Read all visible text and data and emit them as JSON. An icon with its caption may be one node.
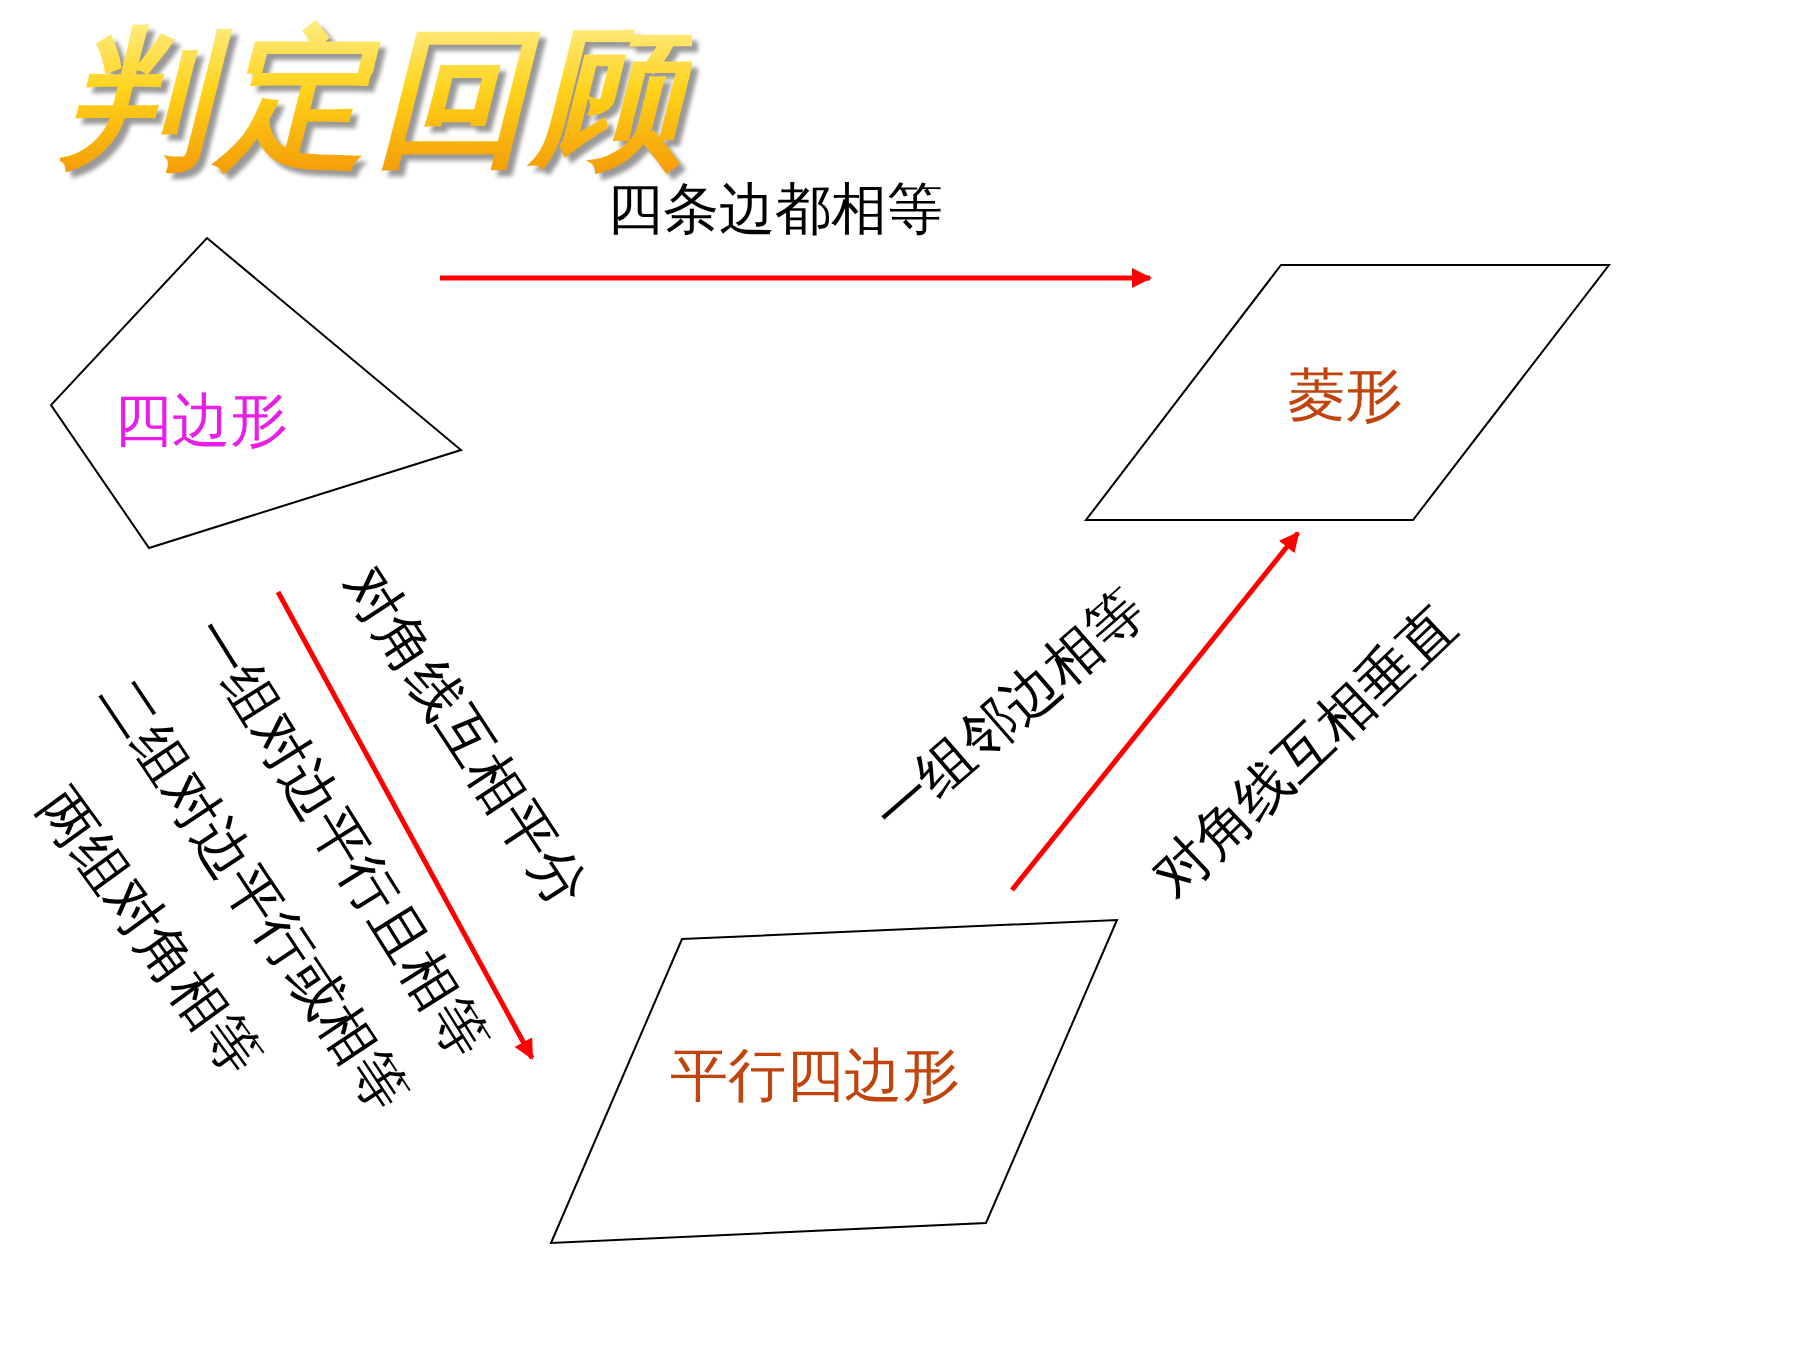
{
  "diagram": {
    "title": "判定回顾",
    "nodes": [
      {
        "text": [
          "四边形"
        ]
      },
      {
        "text": [
          "菱形"
        ]
      },
      {
        "text": [
          "平行四边形"
        ]
      }
    ],
    "edges": [
      {
        "from": 0,
        "to": 1,
        "arrow": "to",
        "label": "四条边都相等",
        "color": "#ff0000"
      },
      {
        "from": 0,
        "to": 2,
        "arrow": "to",
        "label": "对角线互相平分",
        "color": "#ff0000"
      },
      {
        "from": 2,
        "to": 1,
        "arrow": "to",
        "label": "一组邻边相等",
        "color": "#ff0000"
      }
    ],
    "labels": [
      "一组对边平行且相等",
      "二组对边平行或相等",
      "两组对角相等",
      "对角线互相垂直"
    ]
  }
}
